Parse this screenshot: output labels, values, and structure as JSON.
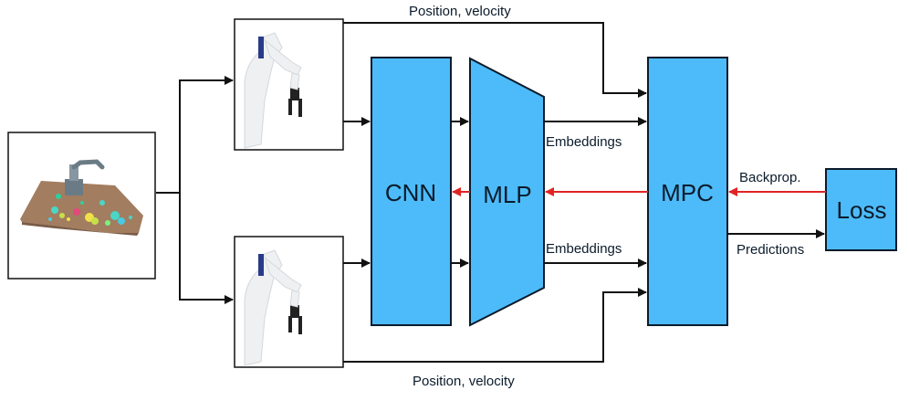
{
  "colors": {
    "block_fill": "#4dbbf9",
    "block_stroke": "#0b1b2b",
    "arrow_black": "#111111",
    "arrow_red": "#e02424",
    "frame_stroke": "#111111"
  },
  "blocks": {
    "cnn": "CNN",
    "mlp": "MLP",
    "mpc": "MPC",
    "loss": "Loss"
  },
  "edge_labels": {
    "position_velocity_top": "Position, velocity",
    "position_velocity_bottom": "Position, velocity",
    "embeddings_top": "Embeddings",
    "embeddings_bottom": "Embeddings",
    "backprop": "Backprop.",
    "predictions": "Predictions"
  },
  "images": {
    "scene": "robot-scene-point-cloud",
    "robot_top": "robot-arm-image",
    "robot_bottom": "robot-arm-image"
  }
}
